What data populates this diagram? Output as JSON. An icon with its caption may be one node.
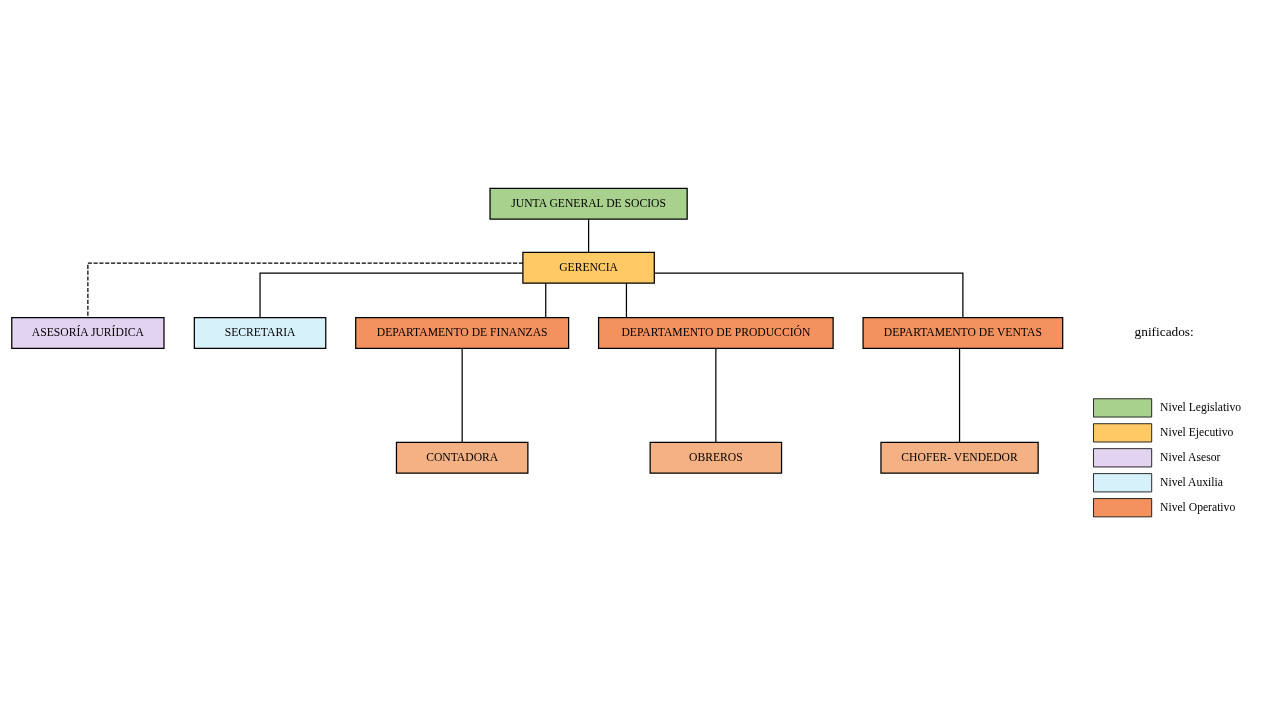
{
  "diagram": {
    "nodes": [
      {
        "text": [
          "JUNTA GENERAL DE SOCIOS"
        ]
      },
      {
        "text": [
          "GERENCIA"
        ]
      },
      {
        "text": [
          "ASESORÍA JURÍDICA"
        ]
      },
      {
        "text": [
          "SECRETARIA"
        ]
      },
      {
        "text": [
          "DEPARTAMENTO DE FINANZAS"
        ]
      },
      {
        "text": [
          "DEPARTAMENTO DE PRODUCCIÓN"
        ]
      },
      {
        "text": [
          "DEPARTAMENTO DE VENTAS"
        ]
      },
      {
        "text": [
          "CONTADORA"
        ]
      },
      {
        "text": [
          "OBREROS"
        ]
      },
      {
        "text": [
          "CHOFER- VENDEDOR"
        ]
      }
    ],
    "edges": [
      {
        "from": 0,
        "to": 1,
        "arrow": "none"
      },
      {
        "from": 1,
        "to": 2,
        "arrow": "none",
        "style": "dashed"
      },
      {
        "from": 1,
        "to": 3,
        "arrow": "none"
      },
      {
        "from": 1,
        "to": 4,
        "arrow": "none"
      },
      {
        "from": 1,
        "to": 5,
        "arrow": "none"
      },
      {
        "from": 1,
        "to": 6,
        "arrow": "none"
      },
      {
        "from": 4,
        "to": 7,
        "arrow": "none"
      },
      {
        "from": 5,
        "to": 8,
        "arrow": "none"
      },
      {
        "from": 6,
        "to": 9,
        "arrow": "none"
      }
    ],
    "labels": [
      "gnificados:"
    ],
    "legend": [
      {
        "text": "Nivel Legislativo",
        "color": "#a9d18e"
      },
      {
        "text": "Nivel Ejecutivo",
        "color": "#ffc966"
      },
      {
        "text": "Nivel Asesor",
        "color": "#e2d3f1"
      },
      {
        "text": "Nivel Auxilia",
        "color": "#d7f1fb"
      },
      {
        "text": "Nivel Operativo",
        "color": "#f4925f"
      }
    ]
  }
}
